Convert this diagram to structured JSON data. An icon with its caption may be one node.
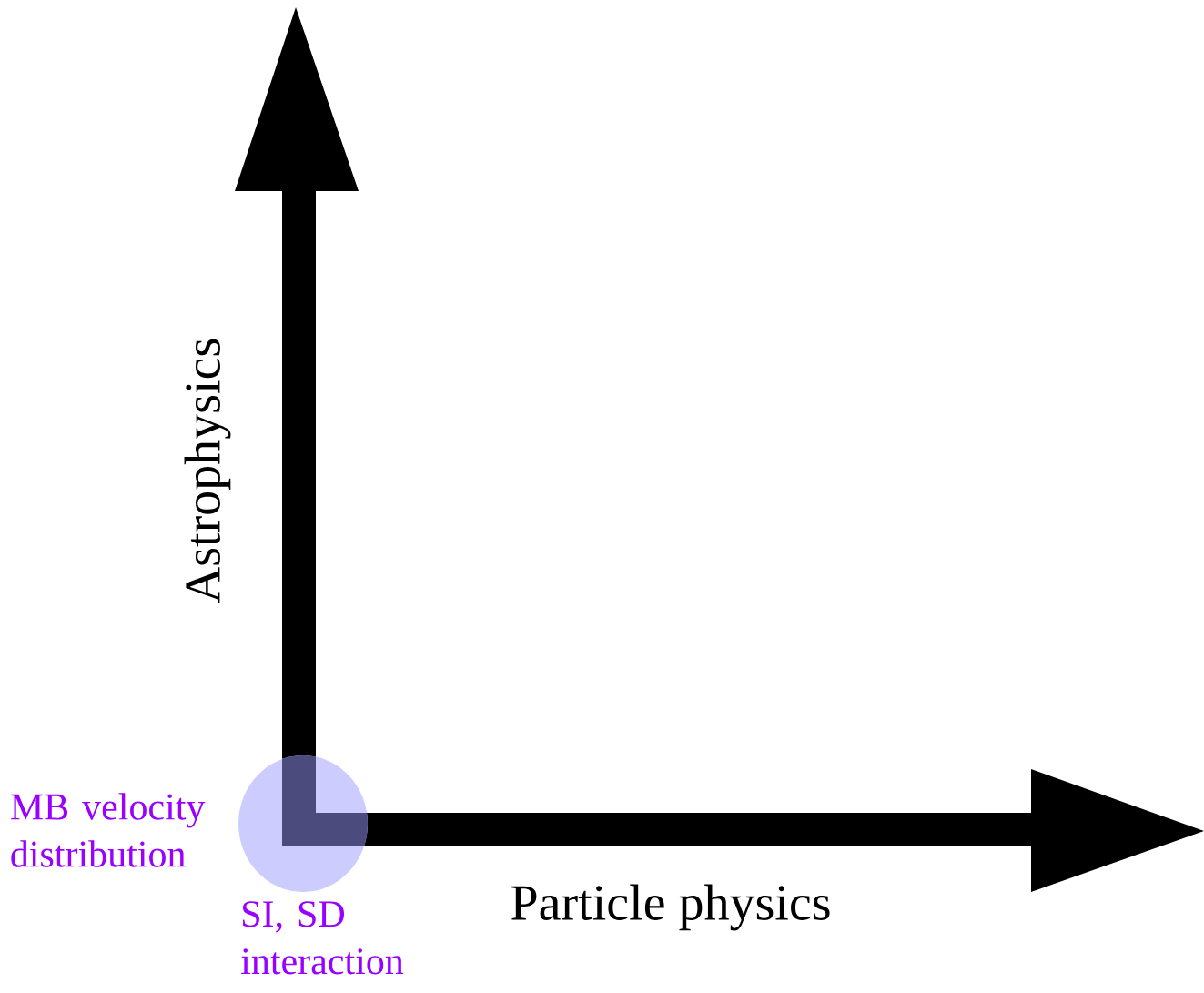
{
  "diagram": {
    "nodes": [
      {
        "text": [],
        "shape": "circle",
        "beside": [
          "MB velocity distribution",
          "SI, SD interaction"
        ]
      }
    ],
    "labels": [
      "Astrophysics",
      "Particle physics"
    ]
  }
}
